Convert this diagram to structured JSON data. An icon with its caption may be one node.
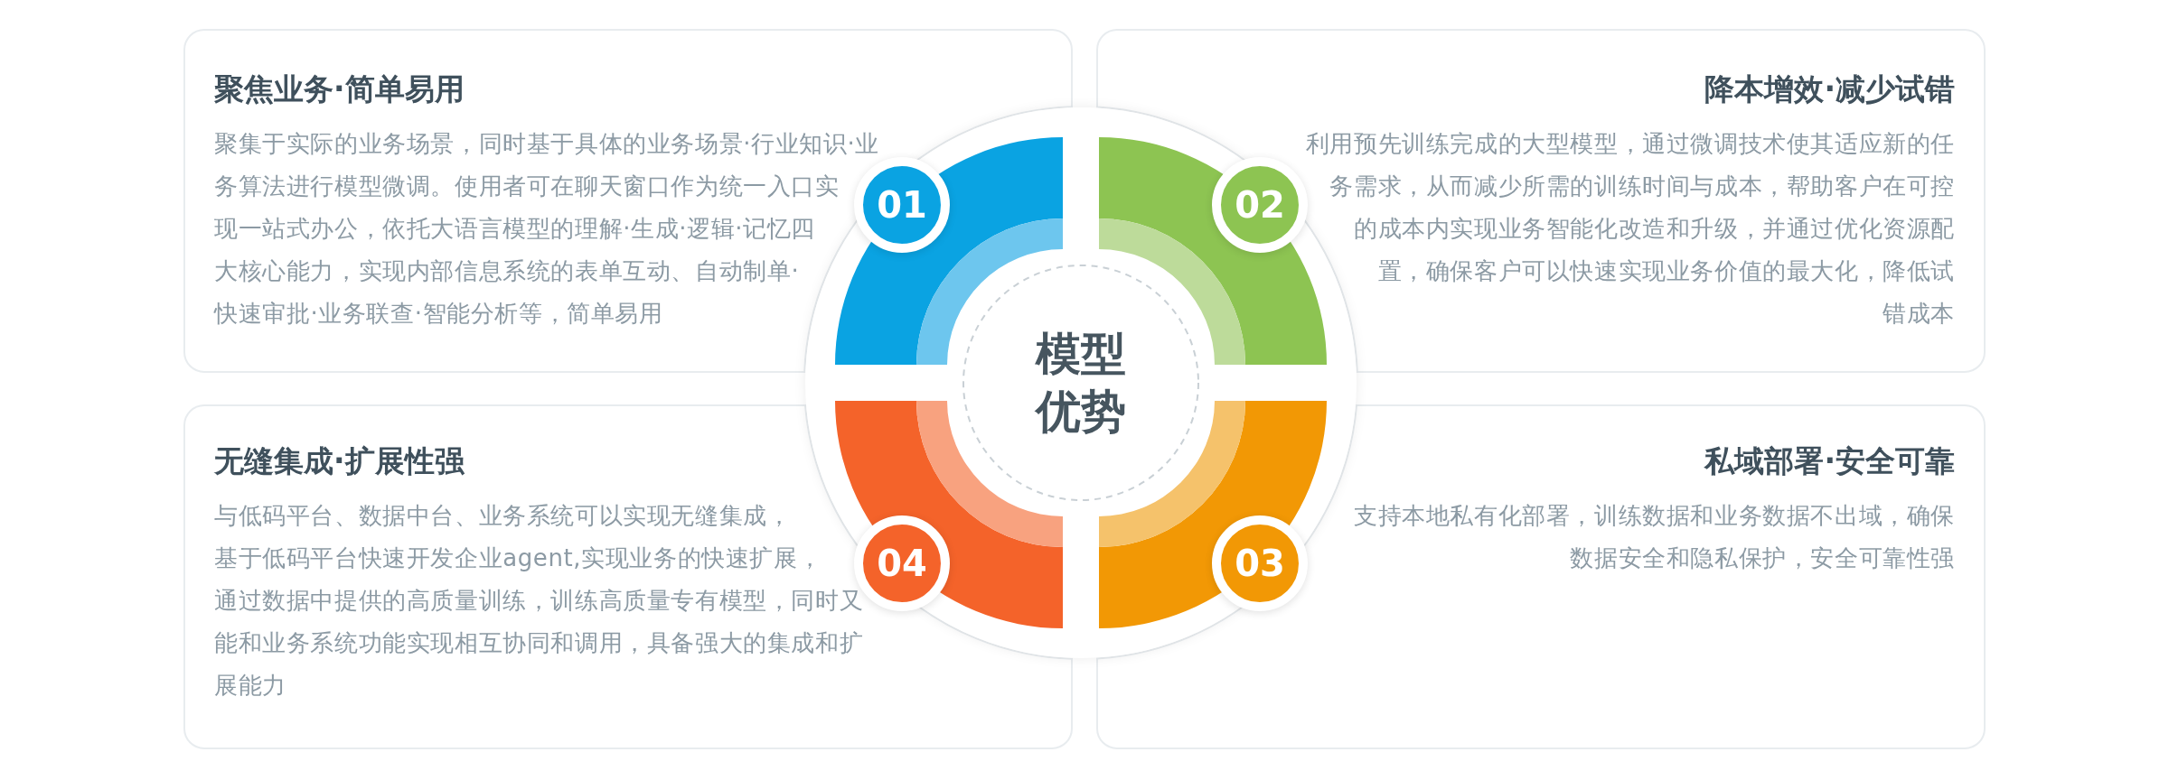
{
  "diagram": {
    "nodes": [
      {
        "text": [
          "聚焦业务·简单易用",
          "聚集于实际的业务场景，同时基于具体的业务场景·行业知识·业务算法进行模型微调。使用者可在聊天窗口作为统一入口实现一站式办公，依托大语言模型的理解·生成·逻辑·记忆四大核心能力，实现内部信息系统的表单互动、自动制单·快速审批·业务联查·智能分析等，简单易用"
        ]
      },
      {
        "text": [
          "降本增效·减少试错",
          "利用预先训练完成的大型模型，通过微调技术使其适应新的任务需求，从而减少所需的训练时间与成本，帮助客户在可控的成本内实现业务智能化改造和升级，并通过优化资源配置，确保客户可以快速实现业务价值的最大化，降低试错成本"
        ]
      },
      {
        "text": [
          "无缝集成·扩展性强",
          "与低码平台、数据中台、业务系统可以实现无缝集成，基于低码平台快速开发企业agent,实现业务的快速扩展，通过数据中提供的高质量训练，训练高质量专有模型，同时又能和业务系统功能实现相互协同和调用，具备强大的集成和扩展能力"
        ]
      },
      {
        "text": [
          "私域部署·安全可靠",
          "支持本地私有化部署，训练数据和业务数据不出域，确保数据安全和隐私保护，安全可靠性强"
        ]
      },
      {
        "text": [
          "模型优势"
        ]
      },
      {
        "text": [
          "01"
        ]
      },
      {
        "text": [
          "02"
        ]
      },
      {
        "text": [
          "03"
        ]
      },
      {
        "text": [
          "04"
        ]
      }
    ],
    "edges": []
  }
}
